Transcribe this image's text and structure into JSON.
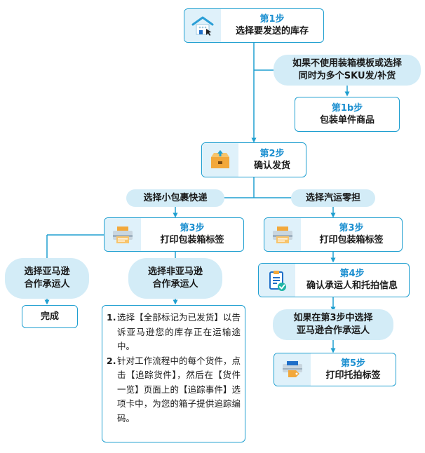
{
  "step1": {
    "number": "第1步",
    "label": "选择要发送的库存",
    "icon": "warehouse-cursor-icon"
  },
  "condition_sku": {
    "line1": "如果不使用装箱模板或选择",
    "line2": "同时为多个SKU发/补货"
  },
  "step1b": {
    "number": "第1b步",
    "label": "包装单件商品"
  },
  "step2": {
    "number": "第2步",
    "label": "确认发货",
    "icon": "package-box-icon"
  },
  "branch_small": {
    "label": "选择小包裹快递"
  },
  "branch_ltl": {
    "label": "选择汽运零担"
  },
  "step3_small": {
    "number": "第3步",
    "label": "打印包装箱标签",
    "icon": "printer-icon"
  },
  "step3_ltl": {
    "number": "第3步",
    "label": "打印包装箱标签",
    "icon": "printer-icon"
  },
  "amazon_partnered": {
    "line1": "选择亚马逊",
    "line2": "合作承运人"
  },
  "non_amazon_partnered": {
    "line1": "选择非亚马逊",
    "line2": "合作承运人"
  },
  "done": {
    "label": "完成"
  },
  "instructions": {
    "item1": {
      "num": "1.",
      "text": "选择【全部标记为已发货】以告诉亚马逊您的库存正在运输途中。"
    },
    "item2": {
      "num": "2.",
      "text": "针对工作流程中的每个货件，点击【追踪货件】，然后在【货件一览】页面上的【追踪事件】选项卡中，为您的箱子提供追踪编码。"
    }
  },
  "step4": {
    "number": "第4步",
    "label": "确认承运人和托拍信息",
    "icon": "clipboard-check-icon"
  },
  "condition_step3": {
    "line1": "如果在第3步中选择",
    "line2": "亚马逊合作承运人"
  },
  "step5": {
    "number": "第5步",
    "label": "打印托拍标签",
    "icon": "label-printer-icon"
  },
  "colors": {
    "accent": "#1f9fd0",
    "pill_bg": "#d3ecf7",
    "icon_bg": "#dff1fa",
    "step_text": "#1b8fd0"
  }
}
